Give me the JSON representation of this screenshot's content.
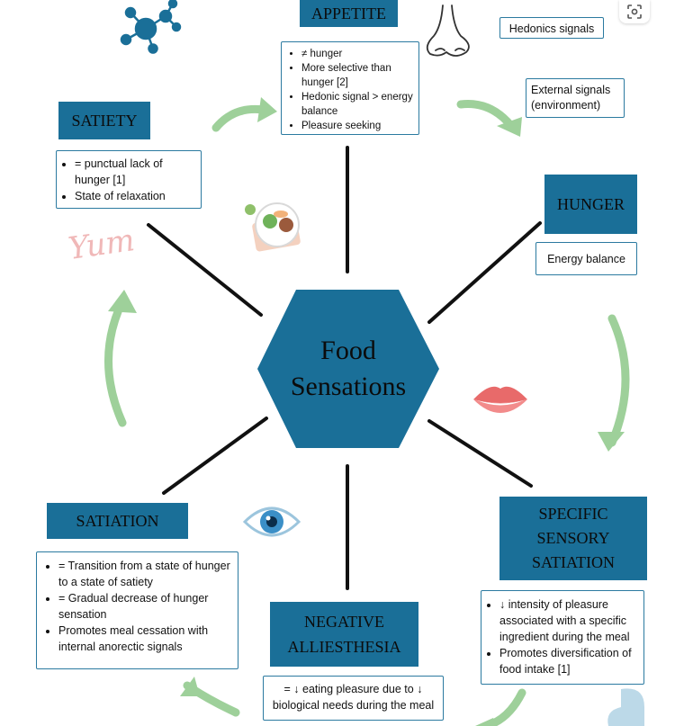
{
  "center": {
    "line1": "Food",
    "line2": "Sensations"
  },
  "appetite": {
    "title": "APPETITE",
    "items": [
      "≠ hunger",
      "More selective than hunger [2]",
      "Hedonic signal > energy balance",
      "Pleasure seeking"
    ]
  },
  "hedonics": {
    "label": "Hedonics signals"
  },
  "external": {
    "line1": "External signals",
    "line2": "(environment)"
  },
  "hunger": {
    "title": "HUNGER",
    "note": "Energy balance"
  },
  "satiety": {
    "title": "SATIETY",
    "items": [
      "= punctual lack of hunger [1]",
      "State of relaxation"
    ]
  },
  "yum": {
    "text": "Yum"
  },
  "sss": {
    "line1": "SPECIFIC",
    "line2": "SENSORY",
    "line3": "SATIATION",
    "items": [
      "↓ intensity of pleasure associated with a specific ingredient during the meal",
      "Promotes diversification of food intake [1]"
    ]
  },
  "satiation": {
    "title": "SATIATION",
    "items": [
      "= Transition from a state of hunger to a state of satiety",
      "= Gradual decrease of hunger sensation",
      "Promotes meal cessation with internal anorectic signals"
    ]
  },
  "negative": {
    "line1": "NEGATIVE",
    "line2": "ALLIESTHESIA",
    "line_a": "= ↓ eating pleasure due to ↓",
    "line_b": "biological needs during the meal"
  },
  "colors": {
    "primary": "#1a6f98",
    "border": "#2b7aa0",
    "arrow": "#9ed09a",
    "connector": "#111111"
  },
  "icons": [
    "molecule-icon",
    "nose-icon",
    "plate-icon",
    "lips-icon",
    "eye-icon",
    "stomach-icon",
    "scan-icon"
  ]
}
